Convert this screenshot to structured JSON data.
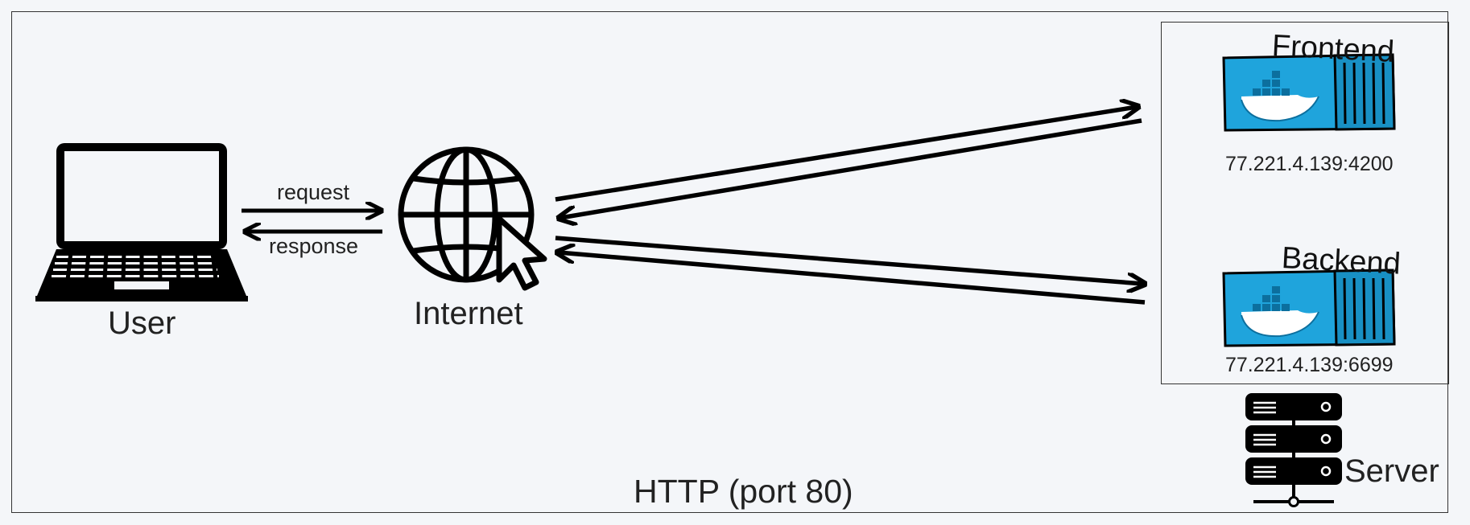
{
  "diagram": {
    "user_label": "User",
    "internet_label": "Internet",
    "request_label": "request",
    "response_label": "response",
    "frontend": {
      "name": "Frontend",
      "address": "77.221.4.139:4200"
    },
    "backend": {
      "name": "Backend",
      "address": "77.221.4.139:6699"
    },
    "server_label": "Server",
    "protocol_label": "HTTP (port 80)"
  },
  "colors": {
    "background": "#f4f6f9",
    "container_blue": "#1fa4dc",
    "container_dark": "#0c6f9e",
    "stroke": "#000000"
  }
}
